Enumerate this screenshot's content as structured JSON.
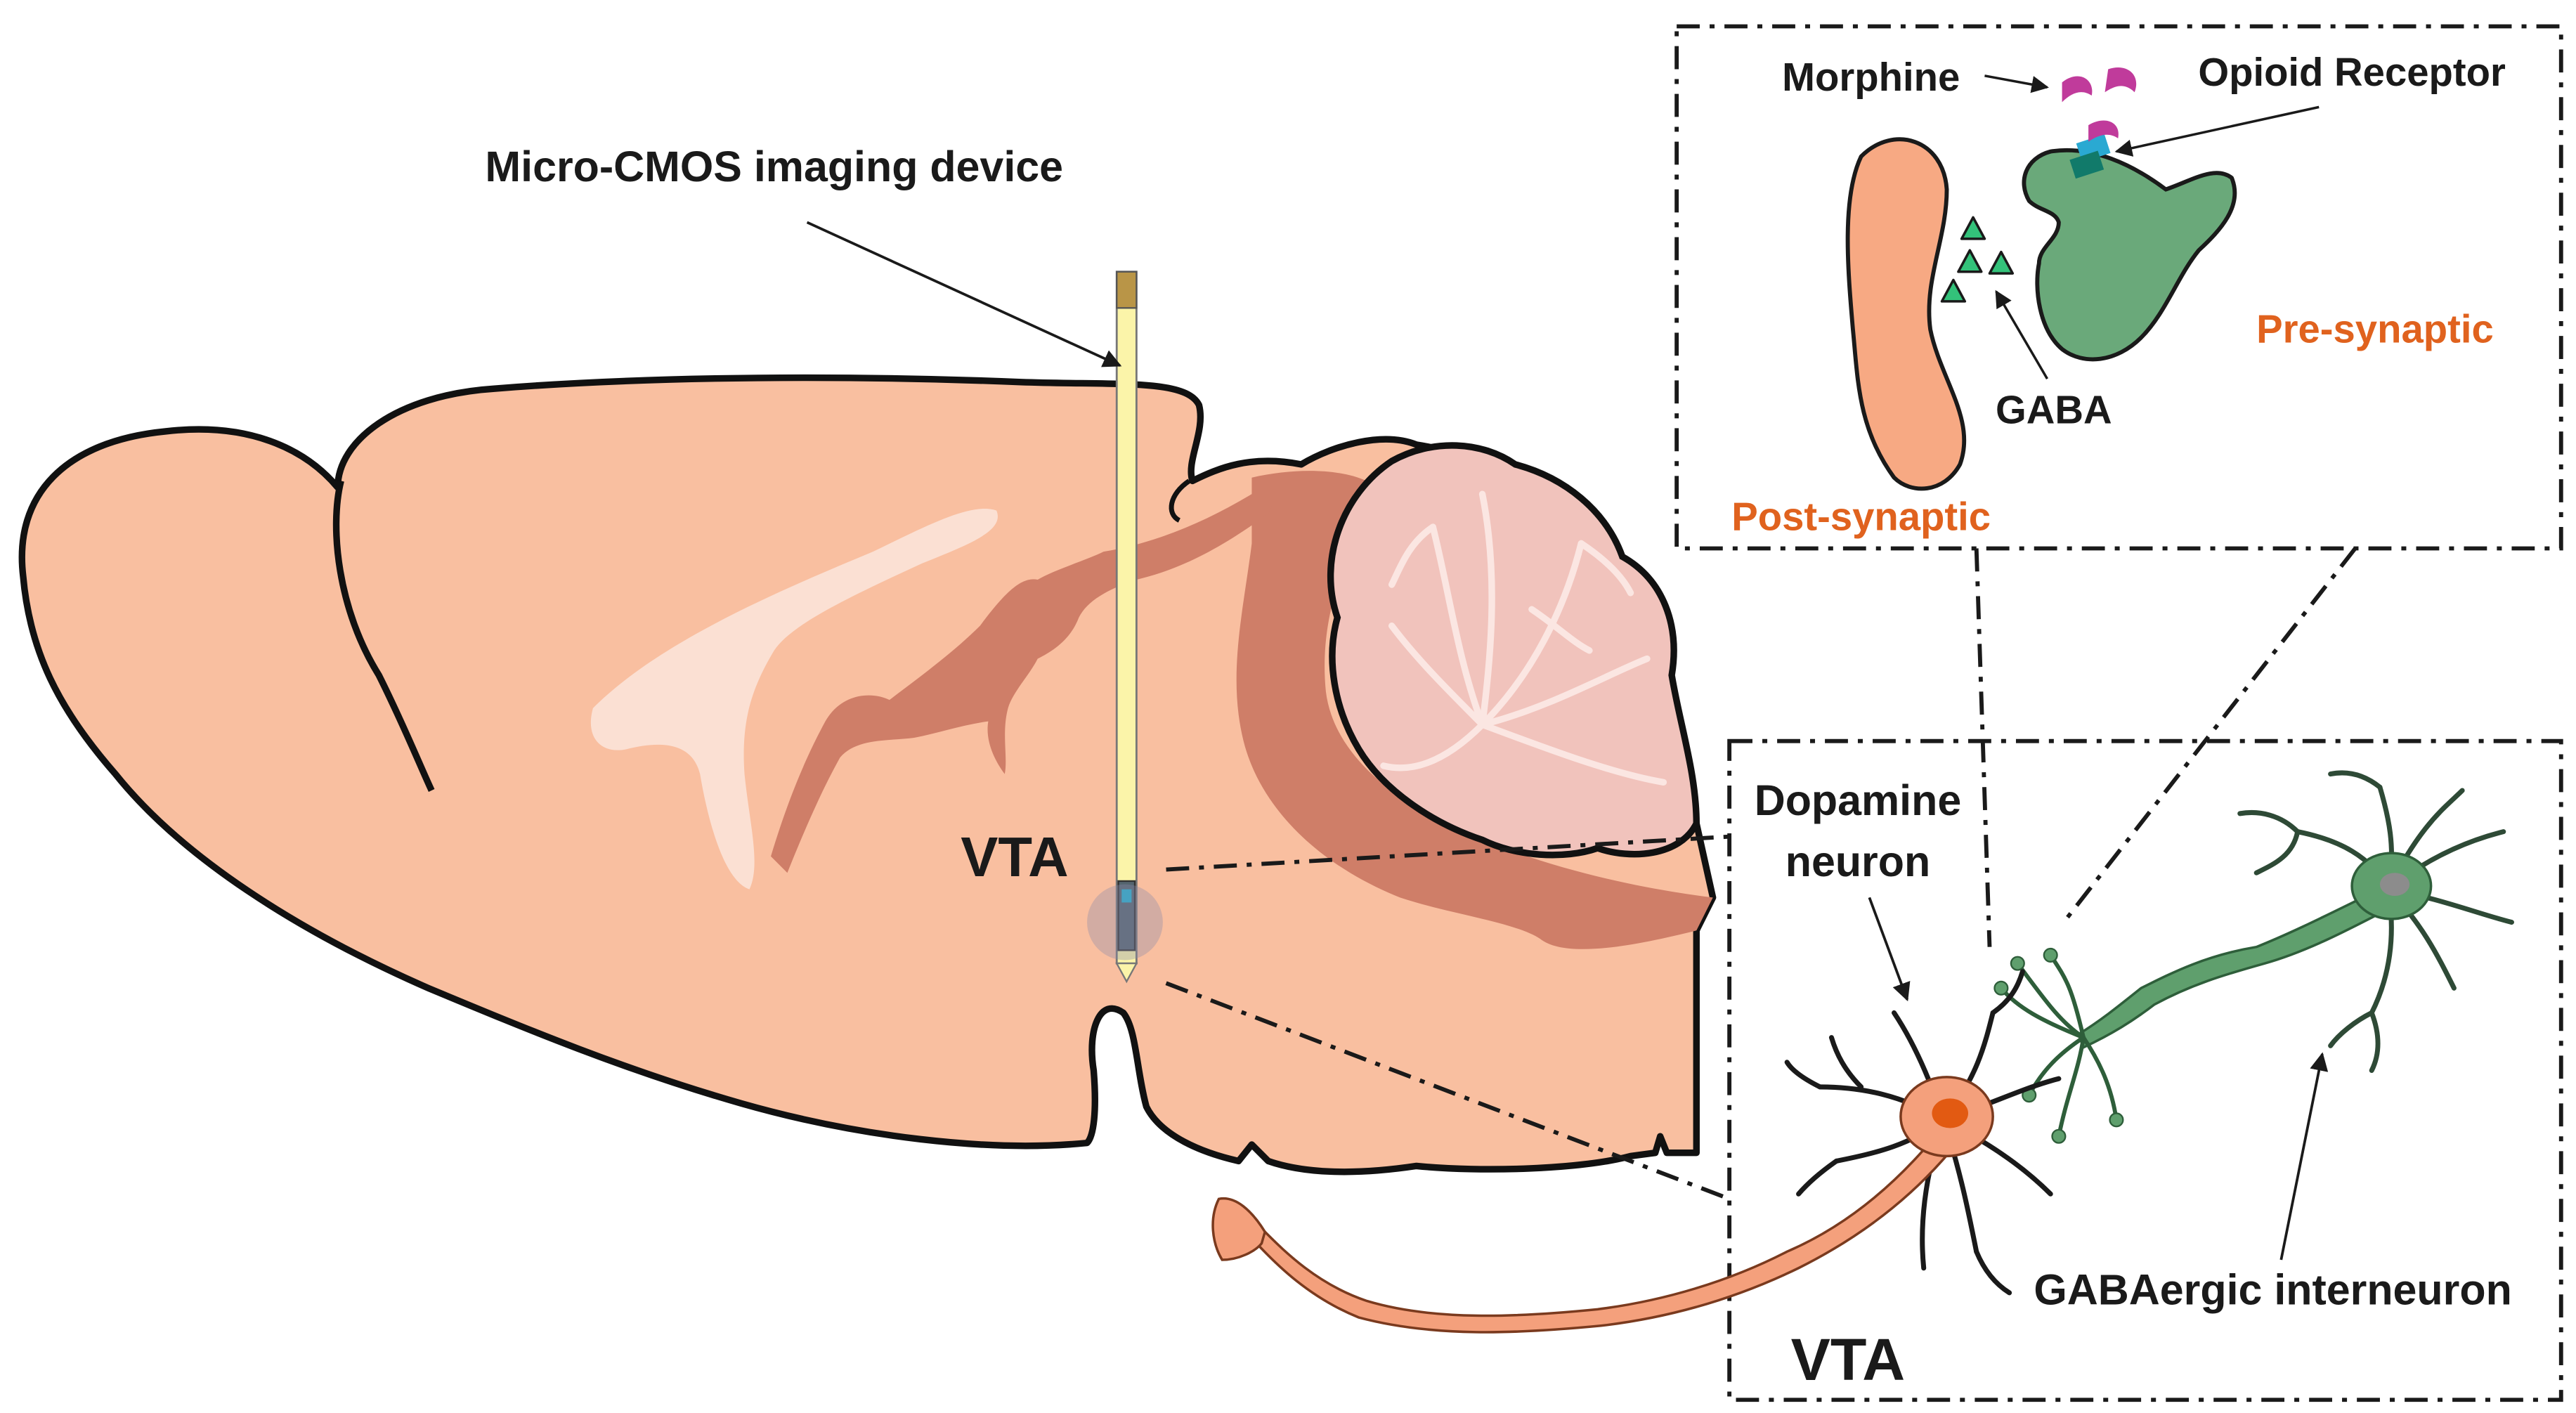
{
  "labels": {
    "device": "Micro-CMOS imaging device",
    "vta_brain": "VTA",
    "morphine": "Morphine",
    "opioid_receptor": "Opioid Receptor",
    "gaba": "GABA",
    "post_synaptic": "Post-synaptic",
    "pre_synaptic": "Pre-synaptic",
    "dopamine_line1": "Dopamine",
    "dopamine_line2": "neuron",
    "gabaergic": "GABAergic interneuron",
    "vta_inset": "VTA"
  },
  "colors": {
    "brain": "#f9bfa0",
    "brain_dark": "#cf7e68",
    "white_matter": "#fbe2d6",
    "cerebellum": "#f1c3bc",
    "dopamine_neuron": "#f4a07c",
    "dopamine_soma": "#e25a12",
    "gaba_neuron": "#5f9f6d",
    "presynaptic": "#6aa97a",
    "postsynaptic": "#f7a983",
    "morphine": "#c03b9b",
    "receptor": "#2aa9d2",
    "gaba_vesicle": "#33c27a",
    "label_accent": "#e0621e"
  }
}
